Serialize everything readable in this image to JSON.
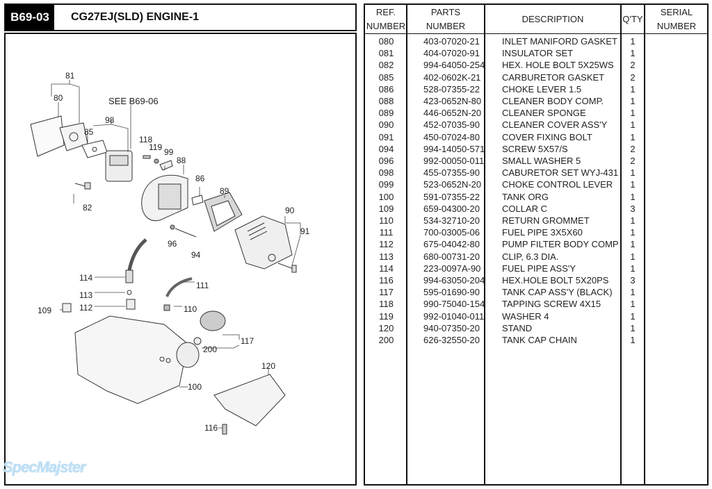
{
  "header": {
    "page_code": "B69-03",
    "page_title": "CG27EJ(SLD)  ENGINE-1"
  },
  "diagram": {
    "note": "SEE B69-06",
    "callouts": [
      "81",
      "80",
      "98",
      "85",
      "118",
      "119",
      "99",
      "88",
      "86",
      "89",
      "82",
      "90",
      "91",
      "96",
      "94",
      "114",
      "111",
      "113",
      "112",
      "110",
      "109",
      "117",
      "200",
      "100",
      "120",
      "116"
    ]
  },
  "watermark": "SpecMajster",
  "table": {
    "headers": {
      "ref": [
        "REF.",
        "NUMBER"
      ],
      "parts": [
        "PARTS",
        "NUMBER"
      ],
      "description": "DESCRIPTION",
      "qty": "Q'TY",
      "serial": [
        "SERIAL",
        "NUMBER"
      ]
    },
    "rows": [
      {
        "ref": "080",
        "part": "403-07020-21",
        "desc": "INLET MANIFORD GASKET",
        "qty": "1",
        "serial": ""
      },
      {
        "ref": "081",
        "part": "404-07020-91",
        "desc": "INSULATOR SET",
        "qty": "1",
        "serial": ""
      },
      {
        "ref": "082",
        "part": "994-64050-254",
        "desc": "HEX. HOLE BOLT 5X25WS",
        "qty": "2",
        "serial": ""
      },
      {
        "ref": "085",
        "part": "402-0602K-21",
        "desc": "CARBURETOR GASKET",
        "qty": "2",
        "serial": ""
      },
      {
        "ref": "086",
        "part": "528-07355-22",
        "desc": "CHOKE LEVER 1.5",
        "qty": "1",
        "serial": ""
      },
      {
        "ref": "088",
        "part": "423-0652N-80",
        "desc": "CLEANER BODY COMP.",
        "qty": "1",
        "serial": ""
      },
      {
        "ref": "089",
        "part": "446-0652N-20",
        "desc": "CLEANER SPONGE",
        "qty": "1",
        "serial": ""
      },
      {
        "ref": "090",
        "part": "452-07035-90",
        "desc": "CLEANER COVER ASS'Y",
        "qty": "1",
        "serial": ""
      },
      {
        "ref": "091",
        "part": "450-07024-80",
        "desc": "COVER FIXING BOLT",
        "qty": "1",
        "serial": ""
      },
      {
        "ref": "094",
        "part": "994-14050-571",
        "desc": "SCREW 5X57/S",
        "qty": "2",
        "serial": ""
      },
      {
        "ref": "096",
        "part": "992-00050-011",
        "desc": "SMALL WASHER 5",
        "qty": "2",
        "serial": ""
      },
      {
        "ref": "098",
        "part": "455-07355-90",
        "desc": "CABURETOR SET WYJ-431",
        "qty": "1",
        "serial": ""
      },
      {
        "ref": "099",
        "part": "523-0652N-20",
        "desc": "CHOKE CONTROL LEVER",
        "qty": "1",
        "serial": ""
      },
      {
        "ref": "100",
        "part": "591-07355-22",
        "desc": "TANK ORG",
        "qty": "1",
        "serial": ""
      },
      {
        "ref": "109",
        "part": "659-04300-20",
        "desc": "COLLAR C",
        "qty": "3",
        "serial": ""
      },
      {
        "ref": "110",
        "part": "534-32710-20",
        "desc": "RETURN GROMMET",
        "qty": "1",
        "serial": ""
      },
      {
        "ref": "111",
        "part": "700-03005-06",
        "desc": "FUEL PIPE 3X5X60",
        "qty": "1",
        "serial": ""
      },
      {
        "ref": "112",
        "part": "675-04042-80",
        "desc": "PUMP FILTER BODY COMP",
        "qty": "1",
        "serial": ""
      },
      {
        "ref": "113",
        "part": "680-00731-20",
        "desc": "CLIP, 6.3 DIA.",
        "qty": "1",
        "serial": ""
      },
      {
        "ref": "114",
        "part": "223-0097A-90",
        "desc": "FUEL PIPE ASS'Y",
        "qty": "1",
        "serial": ""
      },
      {
        "ref": "116",
        "part": "994-63050-204",
        "desc": "HEX.HOLE BOLT 5X20PS",
        "qty": "3",
        "serial": ""
      },
      {
        "ref": "117",
        "part": "595-01690-90",
        "desc": "TANK CAP ASS'Y (BLACK)",
        "qty": "1",
        "serial": ""
      },
      {
        "ref": "118",
        "part": "990-75040-154",
        "desc": "TAPPING SCREW 4X15",
        "qty": "1",
        "serial": ""
      },
      {
        "ref": "119",
        "part": "992-01040-011",
        "desc": "WASHER 4",
        "qty": "1",
        "serial": ""
      },
      {
        "ref": "120",
        "part": "940-07350-20",
        "desc": "STAND",
        "qty": "1",
        "serial": ""
      },
      {
        "ref": "200",
        "part": "626-32550-20",
        "desc": "TANK CAP CHAIN",
        "qty": "1",
        "serial": ""
      }
    ]
  }
}
